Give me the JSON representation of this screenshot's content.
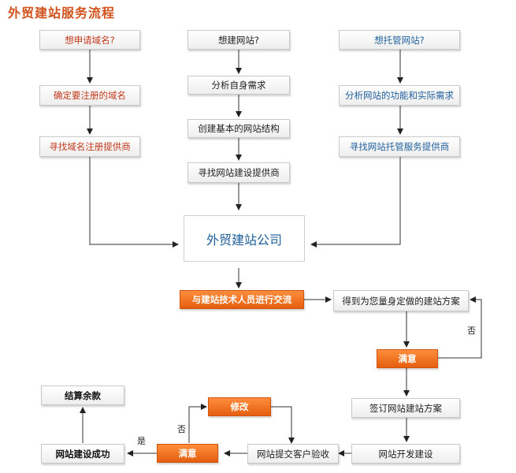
{
  "title": "外贸建站服务流程",
  "columns": {
    "domain": {
      "question": "想申请域名?",
      "step1": "确定要注册的域名",
      "step2": "寻找域名注册提供商"
    },
    "website": {
      "question": "想建网站?",
      "step1": "分析自身需求",
      "step2": "创建基本的网站结构",
      "step3": "寻找网站建设提供商"
    },
    "hosting": {
      "question": "想托管网站?",
      "step1": "分析网站的功能和实际需求",
      "step2": "寻找网站托管服务提供商"
    }
  },
  "company": "外贸建站公司",
  "flow": {
    "communicate": "与建站技术人员进行交流",
    "proposal": "得到为您量身定做的建站方案",
    "satisfied_1": "满意",
    "no_1": "否",
    "sign": "签订网站建站方案",
    "develop": "网站开发建设",
    "submit": "网站提交客户验收",
    "satisfied_2": "满意",
    "modify": "修改",
    "no_2": "否",
    "yes": "是",
    "success": "网站建设成功",
    "final_payment": "结算余款"
  },
  "colors": {
    "title": "#d2521c",
    "domain_text": "#c0391b",
    "hosting_text": "#1f5f9c",
    "highlight": "#ee7320"
  }
}
